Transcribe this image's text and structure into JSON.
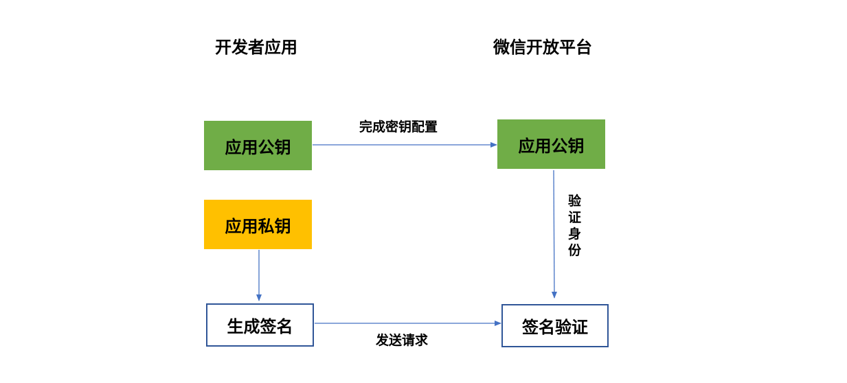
{
  "titles": {
    "left": "开发者应用",
    "right": "微信开放平台"
  },
  "boxes": {
    "app_public_key_left": "应用公钥",
    "app_private_key": "应用私钥",
    "generate_signature": "生成签名",
    "app_public_key_right": "应用公钥",
    "signature_verification": "签名验证"
  },
  "edges": {
    "configure_keys": "完成密钥配置",
    "send_request": "发送请求",
    "verify_identity": [
      "验",
      "证",
      "身",
      "份"
    ]
  },
  "colors": {
    "green": "#70AD47",
    "yellow": "#FFC000",
    "box_border": "#2F5597",
    "arrow": "#4472C4"
  }
}
